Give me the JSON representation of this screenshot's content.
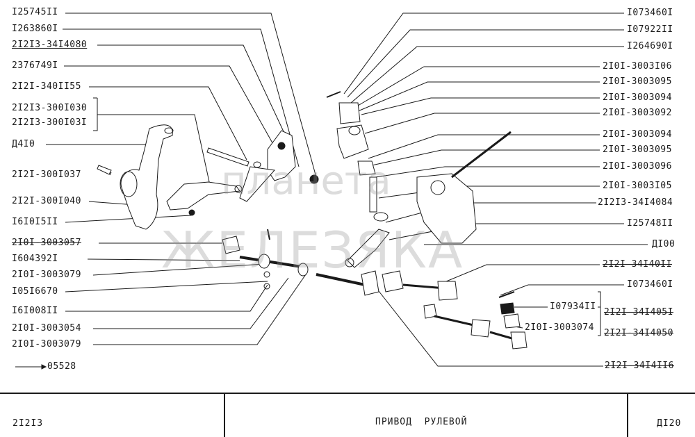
{
  "left_labels": [
    {
      "id": "l1",
      "text": "I25745II"
    },
    {
      "id": "l2",
      "text": "I263860I"
    },
    {
      "id": "l3",
      "text": "2I2I3-34I4080"
    },
    {
      "id": "l4",
      "text": "2376749I"
    },
    {
      "id": "l5",
      "text": "2I2I-340II55"
    },
    {
      "id": "l6",
      "text": "2I2I3-300I030"
    },
    {
      "id": "l7",
      "text": "2I2I3-300I03I"
    },
    {
      "id": "l8",
      "text": "Д4I0"
    },
    {
      "id": "l9",
      "text": "2I2I-300I037"
    },
    {
      "id": "l10",
      "text": "2I2I-300I040"
    },
    {
      "id": "l11",
      "text": "I6I0I5II"
    },
    {
      "id": "l12",
      "text": "2I0I-3003057"
    },
    {
      "id": "l13",
      "text": "I604392I"
    },
    {
      "id": "l14",
      "text": "2I0I-3003079"
    },
    {
      "id": "l15",
      "text": "I05I6670"
    },
    {
      "id": "l16",
      "text": "I6I008II"
    },
    {
      "id": "l17",
      "text": "2I0I-3003054"
    },
    {
      "id": "l18",
      "text": "2I0I-3003079"
    },
    {
      "id": "l19",
      "text": "05528"
    }
  ],
  "right_labels": [
    {
      "id": "r1",
      "text": "I073460I"
    },
    {
      "id": "r2",
      "text": "I07922II"
    },
    {
      "id": "r3",
      "text": "I264690I"
    },
    {
      "id": "r4",
      "text": "2I0I-3003I06"
    },
    {
      "id": "r5",
      "text": "2I0I-3003095"
    },
    {
      "id": "r6",
      "text": "2I0I-3003094"
    },
    {
      "id": "r7",
      "text": "2I0I-3003092"
    },
    {
      "id": "r8",
      "text": "2I0I-3003094"
    },
    {
      "id": "r9",
      "text": "2I0I-3003095"
    },
    {
      "id": "r10",
      "text": "2I0I-3003096"
    },
    {
      "id": "r11",
      "text": "2I0I-3003I05"
    },
    {
      "id": "r12",
      "text": "2I2I3-34I4084"
    },
    {
      "id": "r13",
      "text": "I25748II"
    },
    {
      "id": "r14",
      "text": "ДI00"
    },
    {
      "id": "r15",
      "text": "2I2I-34I40II"
    },
    {
      "id": "r16",
      "text": "I073460I"
    },
    {
      "id": "r17",
      "text": "I07934II"
    },
    {
      "id": "r18",
      "text": "2I2I-34I405I"
    },
    {
      "id": "r19",
      "text": "2I0I-3003074"
    },
    {
      "id": "r20",
      "text": "2I2I-34I4050"
    },
    {
      "id": "r21",
      "text": "2I2I-34I4II6"
    }
  ],
  "watermark": {
    "line1": "планета",
    "line2": "ЖЕЛЕЗЯКА"
  },
  "footer": {
    "model": "2I2I3",
    "title": "ПРИВОД  РУЛЕВОЙ",
    "page": "ДI20"
  },
  "colors": {
    "ink": "#1a1a1a",
    "watermark": "#9a9a9a"
  }
}
